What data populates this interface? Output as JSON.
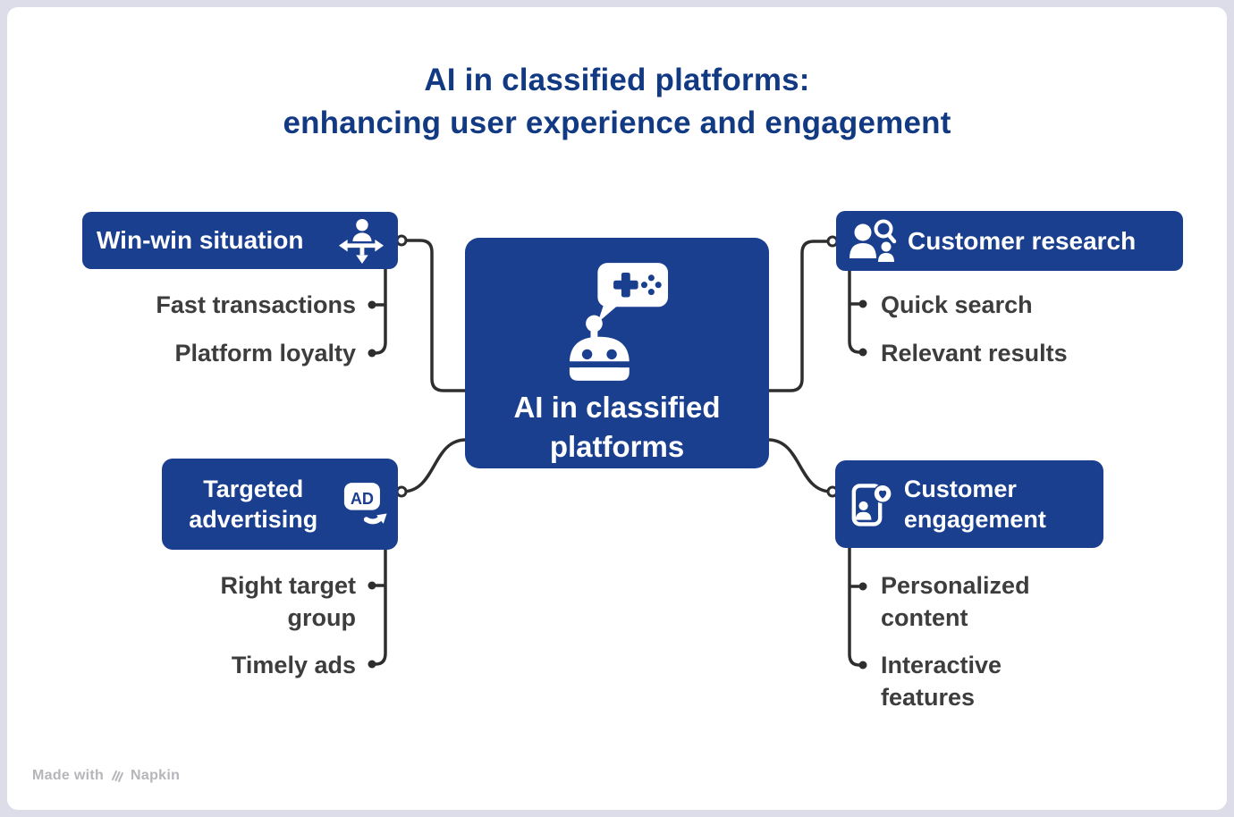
{
  "title": {
    "line1": "AI in classified platforms:",
    "line2": "enhancing user experience and engagement"
  },
  "center_node": {
    "label_line1": "AI in classified",
    "label_line2": "platforms",
    "icon": "robot-chat-gamepad-icon"
  },
  "branches": [
    {
      "label": "Win-win situation",
      "icon": "person-direction-arrows-icon",
      "items": [
        "Fast transactions",
        "Platform loyalty"
      ]
    },
    {
      "label": "Customer research",
      "icon": "people-magnifier-icon",
      "items": [
        "Quick search",
        "Relevant results"
      ]
    },
    {
      "label": "Targeted advertising",
      "icon": "ad-click-icon",
      "icon_text": "AD",
      "items": [
        "Right target group",
        "Timely ads"
      ]
    },
    {
      "label": "Customer engagement",
      "icon": "phone-person-heart-icon",
      "items": [
        "Personalized content",
        "Interactive features"
      ]
    }
  ],
  "watermark": {
    "prefix": "Made with",
    "brand": "Napkin",
    "icon": "napkin-logo-icon"
  },
  "colors": {
    "node_blue": "#1b3f8f",
    "title_navy": "#123a83",
    "item_text": "#3d3d3d",
    "connector": "#2e2e2e",
    "page_background": "#dcdde9",
    "card_background": "#ffffff",
    "watermark_gray": "#b6b6ba"
  }
}
